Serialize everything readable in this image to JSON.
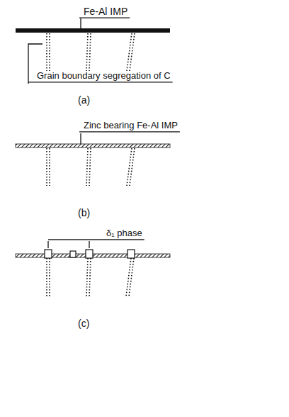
{
  "diagram": {
    "labels": [
      "Fe-Al IMP",
      "Grain boundary segregation of C",
      "(a)",
      "Zinc bearing Fe-Al IMP",
      "(b)",
      "δ₁ phase",
      "(c)"
    ]
  }
}
